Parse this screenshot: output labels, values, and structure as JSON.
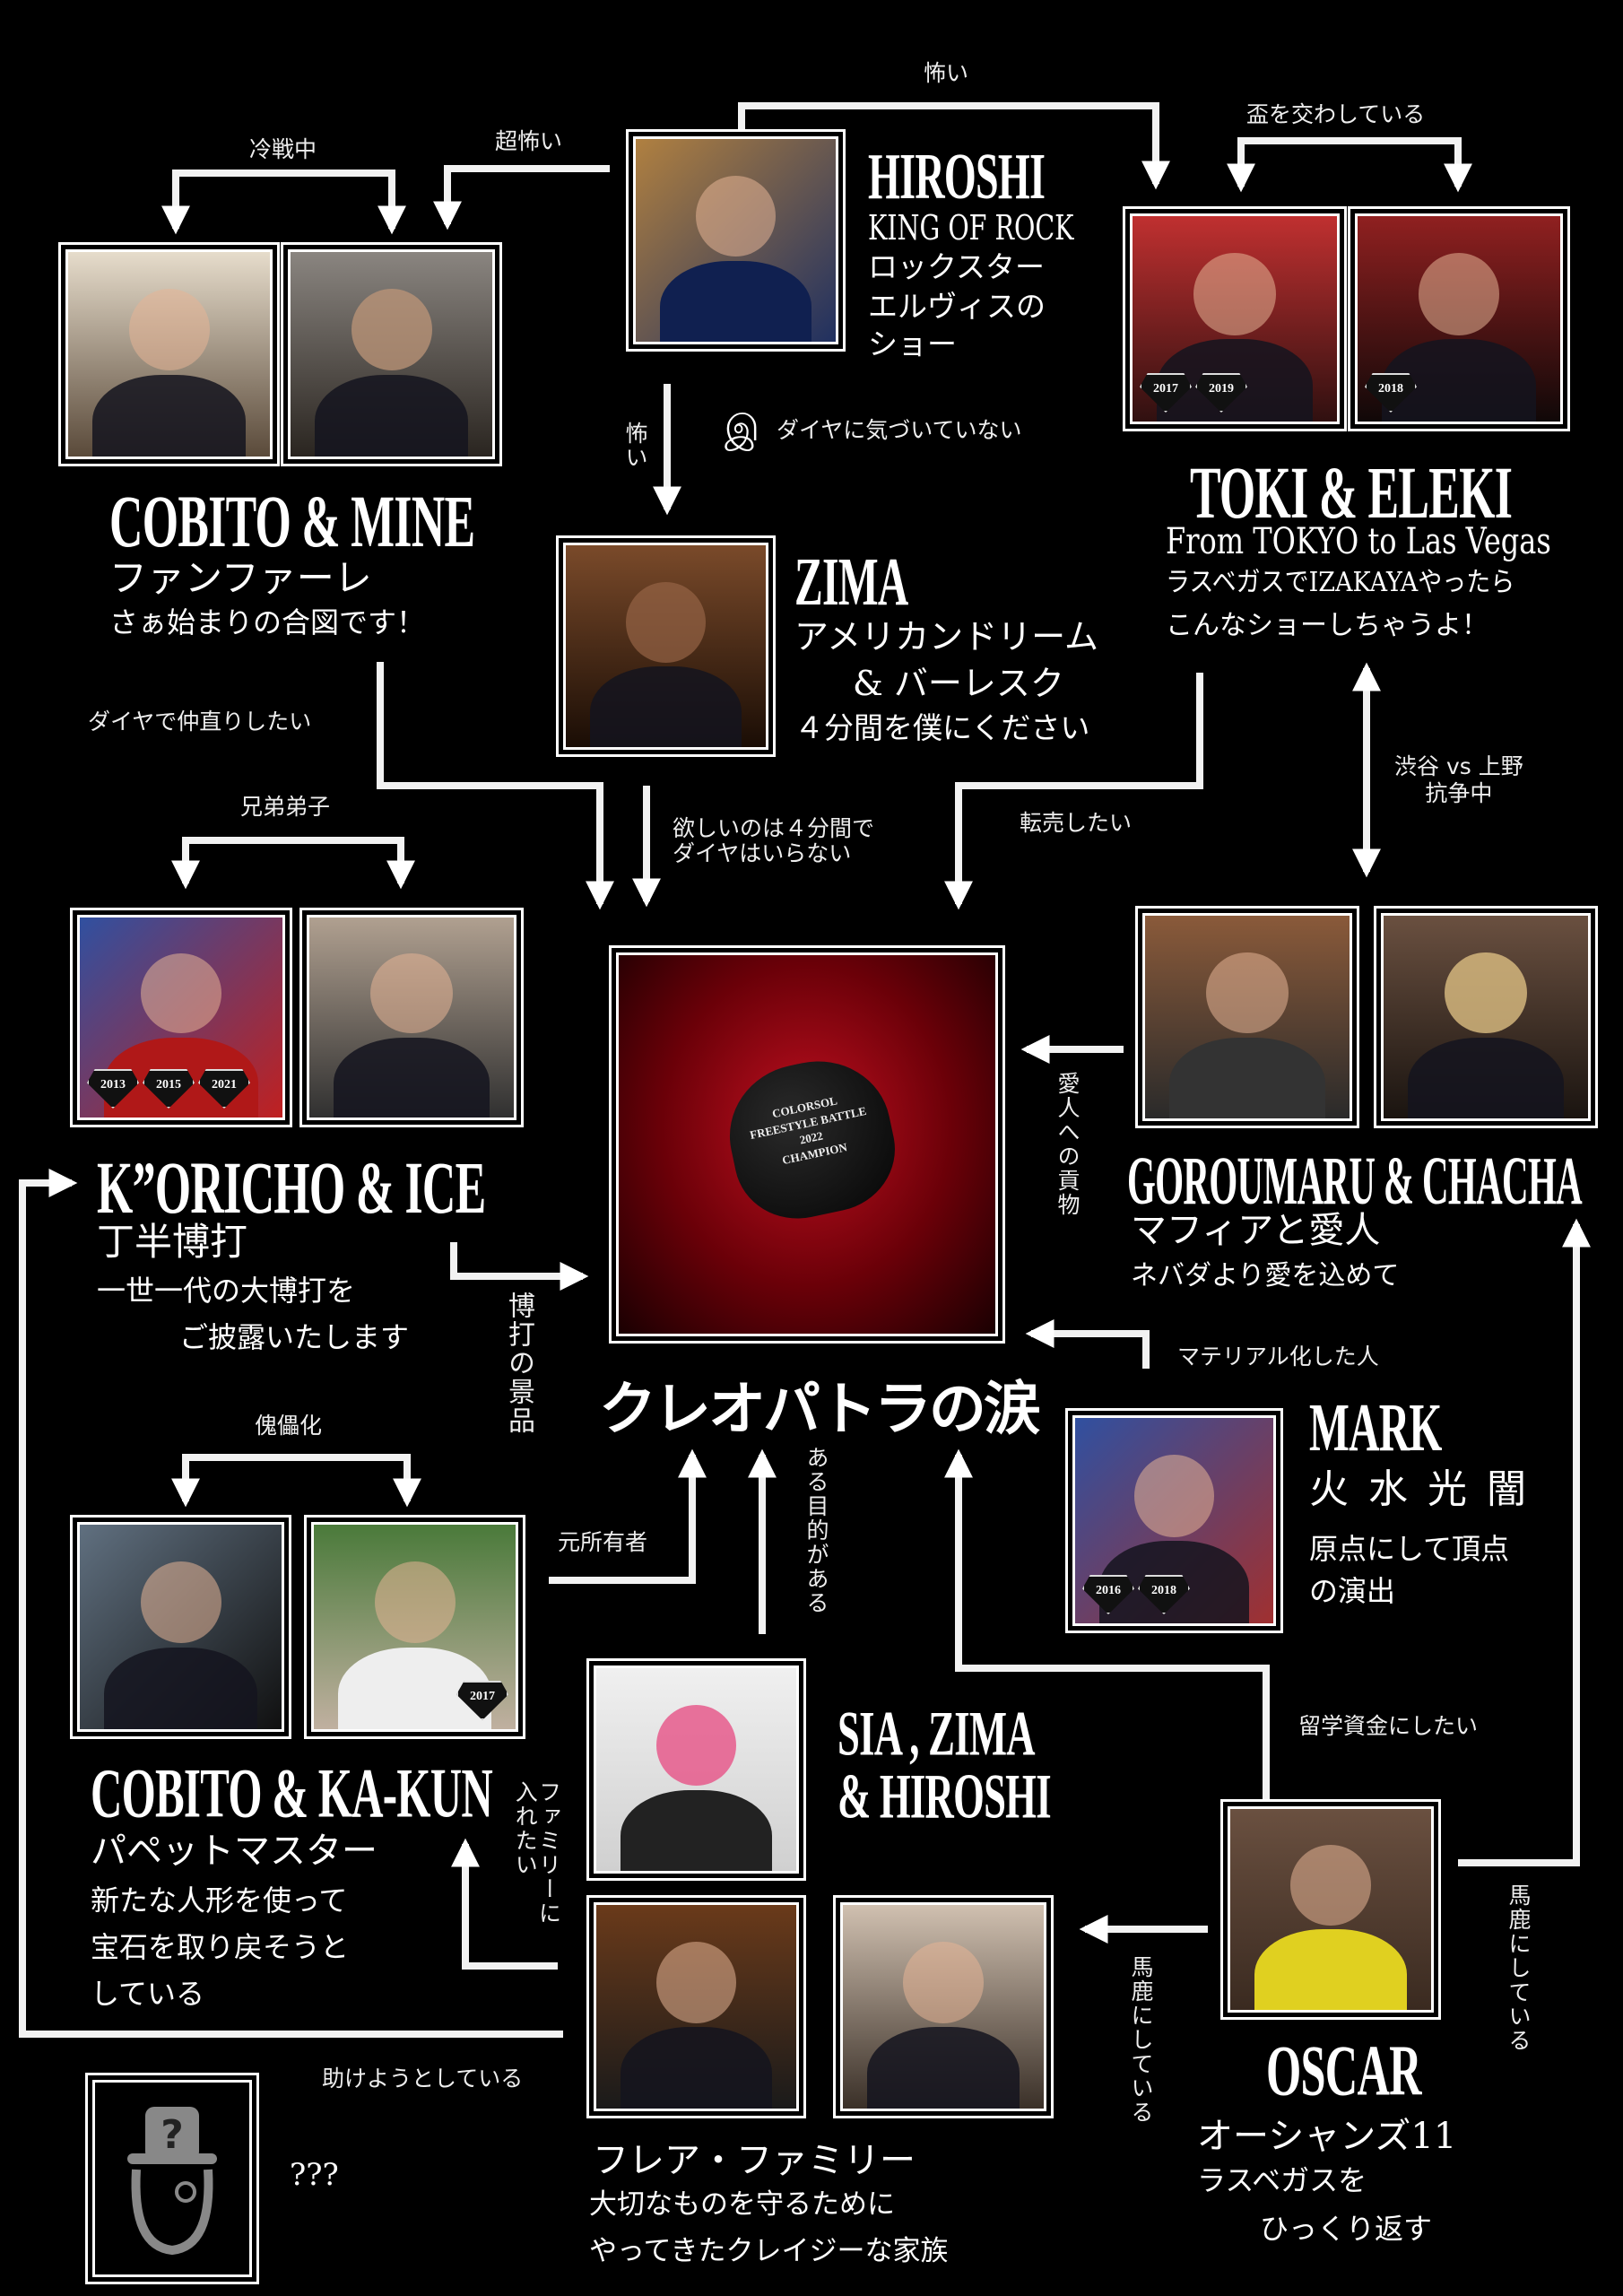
{
  "center": {
    "title": "クレオパトラの涙",
    "trophy": {
      "logo": "COLORSOL",
      "line1": "FREESTYLE BATTLE",
      "line2": "2022",
      "line3": "CHAMPION"
    }
  },
  "groups": {
    "hiroshi": {
      "name": "HIROSHI",
      "lines": [
        "KING OF ROCK",
        "ロックスター",
        "エルヴィスの",
        "ショー"
      ]
    },
    "cobito_mine": {
      "name": "COBITO & MINE",
      "lines": [
        "ファンファーレ",
        "さぁ始まりの合図です！"
      ]
    },
    "toki_eleki": {
      "name": "TOKI & ELEKI",
      "lines": [
        "From TOKYO to Las Vegas",
        "ラスベガスでIZAKAYAやったら",
        "こんなショーしちゃうよ！"
      ],
      "badges_toki": [
        "2017",
        "2019"
      ],
      "badges_eleki": [
        "2018"
      ]
    },
    "zima": {
      "name": "ZIMA",
      "lines": [
        "アメリカンドリーム",
        "& バーレスク",
        "４分間を僕にください"
      ]
    },
    "koricho_ice": {
      "name": "K”ORICHO & ICE",
      "lines": [
        "丁半博打",
        "一世一代の大博打を",
        "ご披露いたします"
      ],
      "badges": [
        "2013",
        "2015",
        "2021"
      ]
    },
    "goroumaru_chacha": {
      "name": "GOROUMARU & CHACHA",
      "lines": [
        "マフィアと愛人",
        "ネバダより愛を込めて"
      ]
    },
    "mark": {
      "name": "MARK",
      "lines": [
        "火 水 光 闇",
        "原点にして頂点",
        "の演出"
      ],
      "badges": [
        "2016",
        "2018"
      ]
    },
    "cobito_kakun": {
      "name": "COBITO & KA-KUN",
      "lines": [
        "パペットマスター",
        "新たな人形を使って",
        "宝石を取り戻そうと",
        "している"
      ],
      "badges": [
        "2017"
      ]
    },
    "flair_family": {
      "name_line1": "SIA , ZIMA",
      "name_line2": "& HIROSHI",
      "lines": [
        "フレア・ファミリー",
        "大切なものを守るために",
        "やってきたクレイジーな家族"
      ]
    },
    "oscar": {
      "name": "OSCAR",
      "lines": [
        "オーシャンズ11",
        "ラスベガスを",
        "ひっくり返す"
      ]
    },
    "unknown": {
      "name": "???"
    }
  },
  "relations": {
    "hiroshi_toki": "怖い",
    "hiroshi_cobito": "超怖い",
    "cobito_mine": "冷戦中",
    "toki_eleki": "盃を交わしている",
    "hiroshi_zima": "怖い",
    "hiroshi_note": "ダイヤに気づいていない",
    "cobito_diamond": "ダイヤで仲直りしたい",
    "zima_diamond": "欲しいのは４分間で\nダイヤはいらない",
    "toki_diamond": "転売したい",
    "toki_goroumaru": "渋谷 vs 上野\n抗争中",
    "koricho_ice": "兄弟弟子",
    "koricho_diamond": "博打の景品",
    "goroumaru_diamond": "愛人への貢物",
    "mark_diamond": "マテリアル化した人",
    "cobito_kakun": "傀儡化",
    "kakun_diamond": "元所有者",
    "family_diamond": "ある目的がある",
    "oscar_diamond": "留学資金にしたい",
    "oscar_goroumaru": "馬鹿にしている",
    "oscar_family": "馬鹿にしている",
    "family_kakun": "ファミリーに入れたい",
    "family_koricho": "助けようとしている"
  }
}
